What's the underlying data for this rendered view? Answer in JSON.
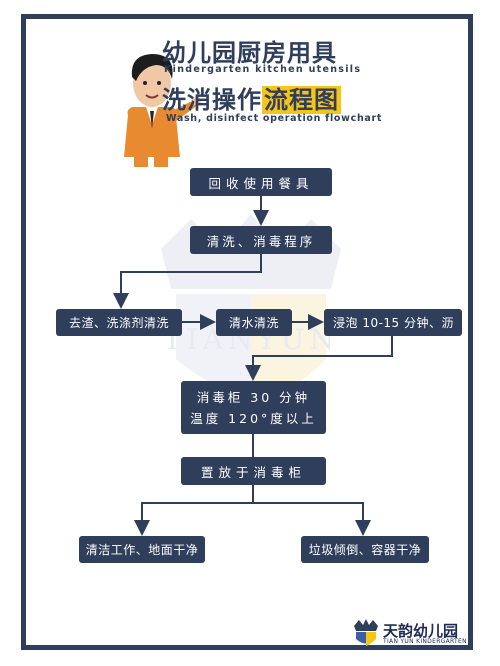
{
  "header": {
    "title_line1": "幼儿园厨房用具",
    "title_line1_en": "Kindergarten kitchen utensils",
    "title_line2_plain": "洗消操作",
    "title_line2_highlight": "流程图",
    "title_line2_en": "Wash, disinfect operation flowchart"
  },
  "watermark": {
    "text": "TIANYUN"
  },
  "flow": {
    "step1": "回收使用餐具",
    "step2": "清洗、消毒程序",
    "step3a": "去渣、洗涤剂清洗",
    "step3b": "清水清洗",
    "step3c": "浸泡 10-15 分钟、沥",
    "step4_line1": "消毒柜 30 分钟",
    "step4_line2": "温度 120°度以上",
    "step5": "置放于消毒柜",
    "step6a": "清洁工作、地面干净",
    "step6b": "垃圾倾倒、容器干净"
  },
  "logo": {
    "name": "天韵幼儿园",
    "subtitle": "TIAN YUN KINDERGARTEN"
  },
  "colors": {
    "box": "#2f3e5a",
    "highlight": "#f5c518",
    "border": "#2f3e5a"
  }
}
